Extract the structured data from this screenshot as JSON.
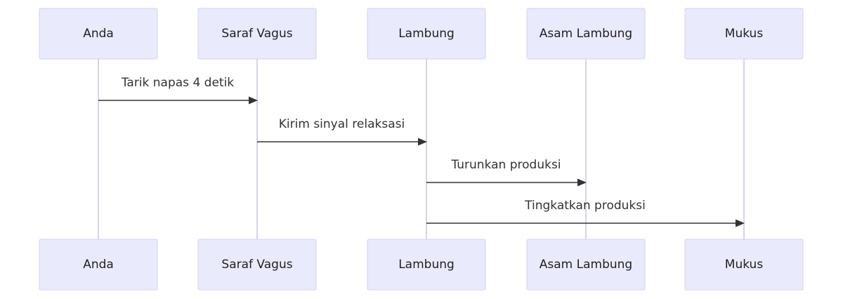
{
  "participants": [
    {
      "id": "anda",
      "label": "Anda"
    },
    {
      "id": "saraf-vagus",
      "label": "Saraf Vagus"
    },
    {
      "id": "lambung",
      "label": "Lambung"
    },
    {
      "id": "asam-lambung",
      "label": "Asam Lambung"
    },
    {
      "id": "mukus",
      "label": "Mukus"
    }
  ],
  "messages": [
    {
      "from": "anda",
      "to": "saraf-vagus",
      "label": "Tarik napas 4 detik"
    },
    {
      "from": "saraf-vagus",
      "to": "lambung",
      "label": "Kirim sinyal relaksasi"
    },
    {
      "from": "lambung",
      "to": "asam-lambung",
      "label": "Turunkan produksi"
    },
    {
      "from": "lambung",
      "to": "mukus",
      "label": "Tingkatkan produksi"
    }
  ],
  "colors": {
    "actor_fill": "#eaeafd",
    "actor_border": "#d2d2ef",
    "lifeline": "#d4d4e6",
    "arrow": "#333333"
  }
}
